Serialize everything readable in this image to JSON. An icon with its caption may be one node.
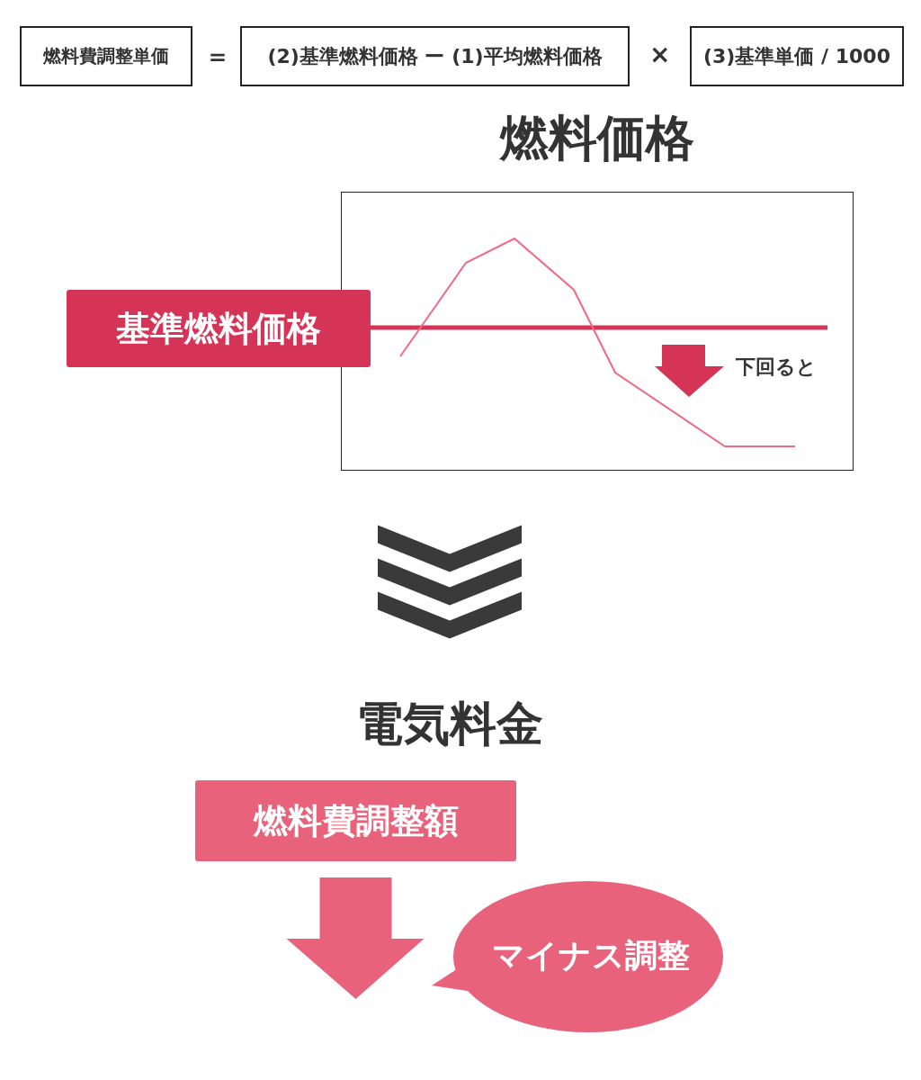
{
  "diagram": {
    "nodes": [
      {
        "text": [
          "燃料費調整単価"
        ]
      },
      {
        "text": [
          "(2)基準燃料価格 ー (1)平均燃料価格"
        ]
      },
      {
        "text": [
          "(3)基準単価 / 1000"
        ]
      },
      {
        "text": [
          "燃料価格"
        ]
      },
      {
        "text": [
          "基準燃料価格"
        ]
      },
      {
        "text": [
          "電気料金"
        ]
      },
      {
        "text": [
          "燃料費調整額"
        ]
      },
      {
        "text": [
          "マイナス調整"
        ]
      }
    ],
    "edges": [
      {
        "from": 3,
        "to": 5,
        "arrow": "to",
        "style": "thick"
      },
      {
        "from": 6,
        "to": null,
        "arrow": "to",
        "style": "thick"
      }
    ],
    "labels": [
      "＝",
      "×",
      "下回ると"
    ]
  }
}
